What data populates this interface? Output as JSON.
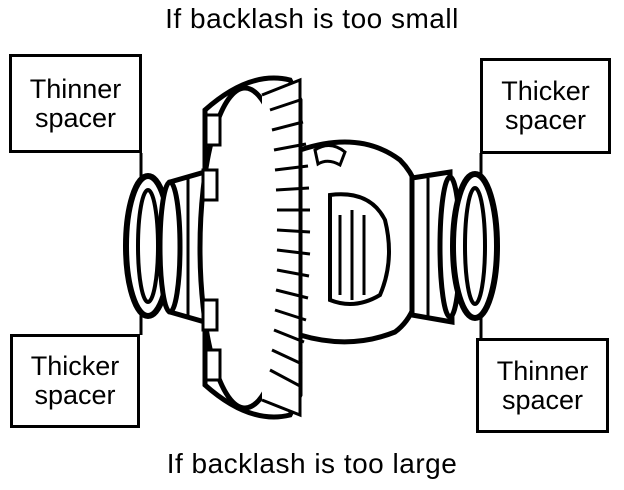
{
  "captions": {
    "top": "If backlash is too small",
    "bottom": "If backlash is too large"
  },
  "labels": {
    "top_left": {
      "line1": "Thinner",
      "line2": "spacer"
    },
    "top_right": {
      "line1": "Thicker",
      "line2": "spacer"
    },
    "bottom_left": {
      "line1": "Thicker",
      "line2": "spacer"
    },
    "bottom_right": {
      "line1": "Thinner",
      "line2": "spacer"
    }
  }
}
